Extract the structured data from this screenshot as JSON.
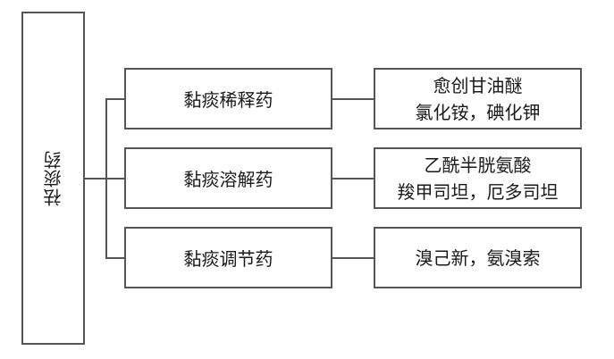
{
  "root": {
    "label": "祛痰药"
  },
  "categories": [
    {
      "label": "黏痰稀释药",
      "examples": [
        "愈创甘油醚",
        "氯化铵，碘化钾"
      ]
    },
    {
      "label": "黏痰溶解药",
      "examples": [
        "乙酰半胱氨酸",
        "羧甲司坦，厄多司坦"
      ]
    },
    {
      "label": "黏痰调节药",
      "examples": [
        "溴己新，氨溴索"
      ]
    }
  ]
}
